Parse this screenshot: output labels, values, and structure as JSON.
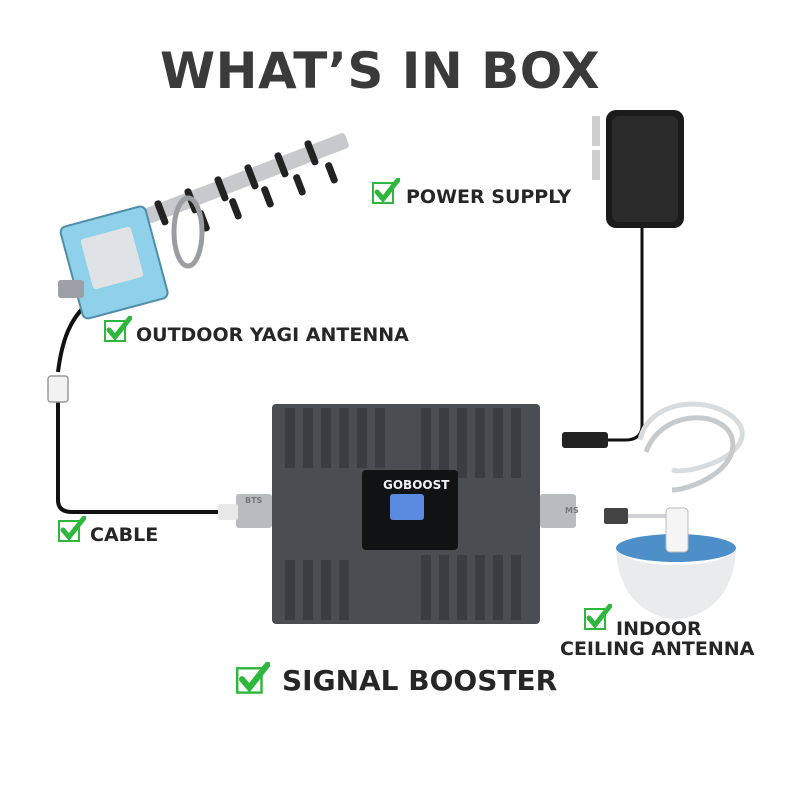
{
  "title": "WHAT’S IN BOX",
  "items": {
    "power_supply": "POWER SUPPLY",
    "yagi_antenna": "OUTDOOR YAGI ANTENNA",
    "cable": "CABLE",
    "indoor_antenna_line1": "INDOOR",
    "indoor_antenna_line2": "CEILING ANTENNA",
    "signal_booster": "SIGNAL BOOSTER"
  },
  "booster": {
    "brand": "GOBOOST",
    "port_left": "BTS",
    "port_right": "MS"
  },
  "colors": {
    "check": "#2db83d",
    "booster_body": "#4a4d52",
    "yagi_box": "#8fd0ea",
    "title": "#3a3a3a"
  }
}
